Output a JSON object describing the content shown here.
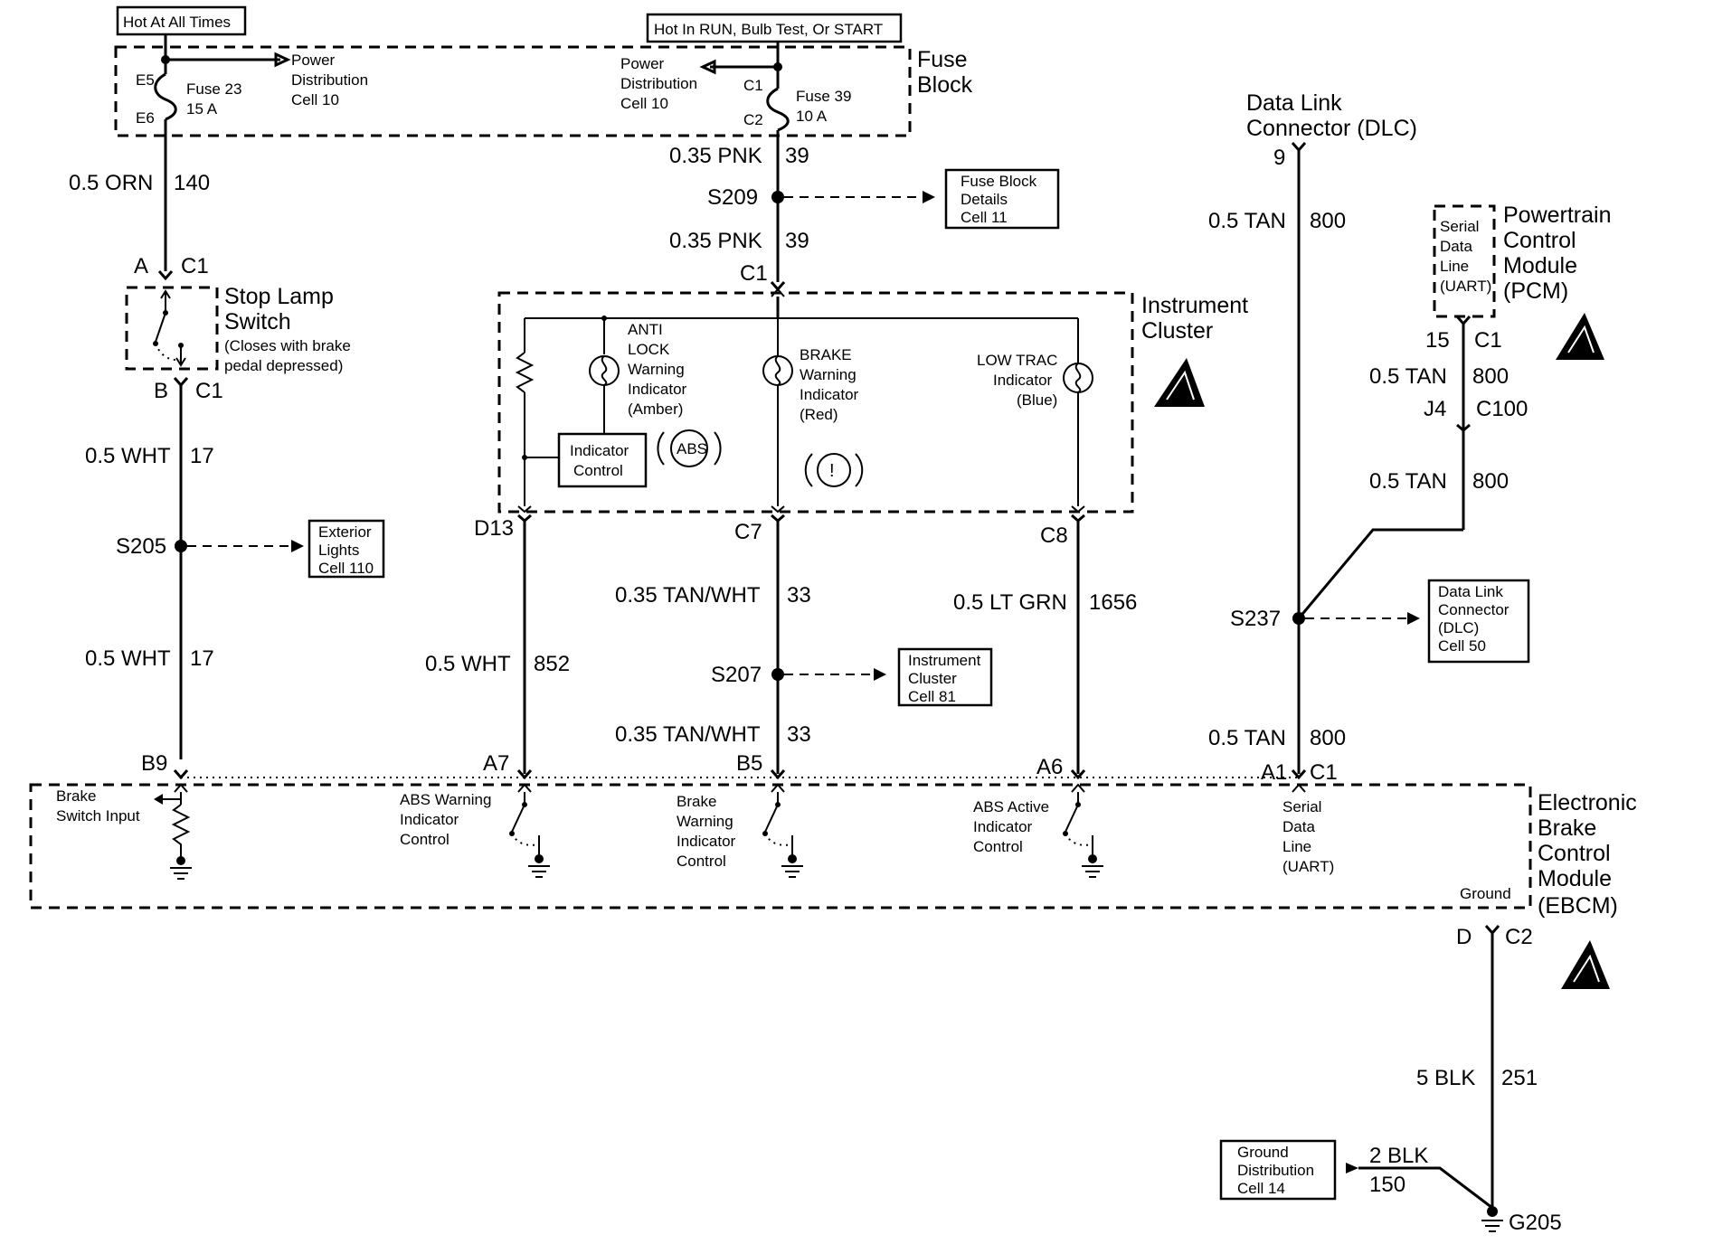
{
  "headers": {
    "hot_always": "Hot At All Times",
    "hot_run": "Hot In RUN, Bulb Test, Or START"
  },
  "fuse_block": {
    "title_1": "Fuse",
    "title_2": "Block",
    "fuse23": {
      "top_pin": "E5",
      "bottom_pin": "E6",
      "name": "Fuse 23",
      "rating": "15 A"
    },
    "fuse39": {
      "top_pin": "C1",
      "bottom_pin": "C2",
      "name": "Fuse 39",
      "rating": "10 A"
    },
    "pdc_left": [
      "Power",
      "Distribution",
      "Cell 10"
    ],
    "pdc_right": [
      "Power",
      "Distribution",
      "Cell 10"
    ]
  },
  "wires": {
    "w140": {
      "color": "0.5 ORN",
      "circuit": "140"
    },
    "w39a": {
      "color": "0.35 PNK",
      "circuit": "39"
    },
    "w39b": {
      "color": "0.35 PNK",
      "circuit": "39"
    },
    "w17a": {
      "color": "0.5 WHT",
      "circuit": "17"
    },
    "w17b": {
      "color": "0.5 WHT",
      "circuit": "17"
    },
    "w852": {
      "color": "0.5 WHT",
      "circuit": "852"
    },
    "w33a": {
      "color": "0.35 TAN/WHT",
      "circuit": "33"
    },
    "w33b": {
      "color": "0.35 TAN/WHT",
      "circuit": "33"
    },
    "w1656": {
      "color": "0.5 LT GRN",
      "circuit": "1656"
    },
    "w800a": {
      "color": "0.5 TAN",
      "circuit": "800"
    },
    "w800b": {
      "color": "0.5 TAN",
      "circuit": "800"
    },
    "w800c": {
      "color": "0.5 TAN",
      "circuit": "800"
    },
    "w800d": {
      "color": "0.5 TAN",
      "circuit": "800"
    },
    "w251": {
      "color": "5 BLK",
      "circuit": "251"
    },
    "w150": {
      "color": "2 BLK",
      "circuit": "150"
    }
  },
  "splices": {
    "s209": "S209",
    "s205": "S205",
    "s207": "S207",
    "s237": "S237"
  },
  "refs": {
    "fuse_details": [
      "Fuse Block",
      "Details",
      "Cell 11"
    ],
    "exterior": [
      "Exterior",
      "Lights",
      "Cell 110"
    ],
    "ic_cell": [
      "Instrument",
      "Cluster",
      "Cell 81"
    ],
    "dlc_cell": [
      "Data Link",
      "Connector",
      "(DLC)",
      "Cell 50"
    ],
    "ground_cell": [
      "Ground",
      "Distribution",
      "Cell 14"
    ]
  },
  "stop_lamp": {
    "pin_a": "A",
    "pin_a_conn": "C1",
    "pin_b": "B",
    "pin_b_conn": "C1",
    "name_1": "Stop Lamp",
    "name_2": "Switch",
    "note_1": "(Closes with brake",
    "note_2": "pedal depressed)"
  },
  "instrument_cluster": {
    "title_1": "Instrument",
    "title_2": "Cluster",
    "conn_top": "C1",
    "antilock": [
      "ANTI",
      "LOCK",
      "Warning",
      "Indicator",
      "(Amber)"
    ],
    "brake": [
      "BRAKE",
      "Warning",
      "Indicator",
      "(Red)"
    ],
    "lowtrac": [
      "LOW TRAC",
      "Indicator",
      "(Blue)"
    ],
    "control": [
      "Indicator",
      "Control"
    ],
    "abs_symbol": "ABS",
    "brake_symbol": "!",
    "pin_d13": "D13",
    "pin_c7": "C7",
    "pin_c8": "C8"
  },
  "dlc": {
    "title_1": "Data Link",
    "title_2": "Connector (DLC)",
    "pin": "9"
  },
  "pcm": {
    "title": [
      "Powertrain",
      "Control",
      "Module",
      "(PCM)"
    ],
    "inner": [
      "Serial",
      "Data",
      "Line",
      "(UART)"
    ],
    "pin": "15",
    "conn": "C1",
    "c100_pin": "J4",
    "c100": "C100"
  },
  "ebcm": {
    "title": [
      "Electronic",
      "Brake",
      "Control",
      "Module",
      "(EBCM)"
    ],
    "pins": {
      "b9": "B9",
      "a7": "A7",
      "b5": "B5",
      "a6": "A6",
      "a1": "A1",
      "c1": "C1"
    },
    "brake_input": [
      "Brake",
      "Switch Input"
    ],
    "abs_warn": [
      "ABS Warning",
      "Indicator",
      "Control"
    ],
    "brake_warn": [
      "Brake",
      "Warning",
      "Indicator",
      "Control"
    ],
    "abs_active": [
      "ABS Active",
      "Indicator",
      "Control"
    ],
    "serial": [
      "Serial",
      "Data",
      "Line",
      "(UART)"
    ],
    "ground": "Ground",
    "pin_d": "D",
    "conn_c2": "C2"
  },
  "ground": {
    "name": "G205"
  }
}
